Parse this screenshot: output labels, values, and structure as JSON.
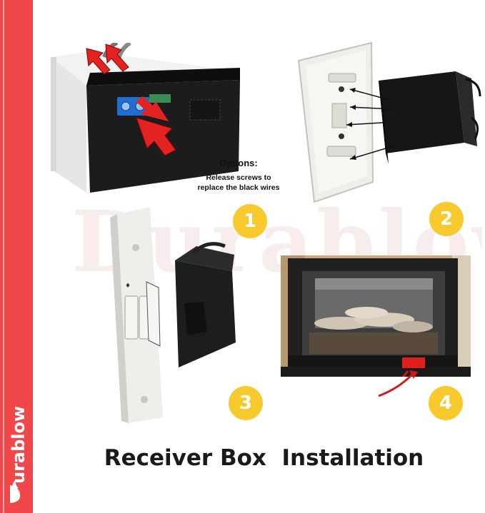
{
  "brand": {
    "name": "Durablow",
    "vertical_label": "urablow"
  },
  "panels": [
    {
      "step": "1"
    },
    {
      "step": "2"
    },
    {
      "step": "3"
    },
    {
      "step": "4"
    }
  ],
  "options": {
    "title": "Options:",
    "line1": "Release screws to",
    "line2": "replace the black wires"
  },
  "footer": {
    "title": "Receiver Box  Installation"
  },
  "colors": {
    "accent_red": "#f0474a",
    "badge_yellow": "#f7c92c",
    "box_black": "#1c1c1c",
    "plate_white": "#eeeeea"
  }
}
